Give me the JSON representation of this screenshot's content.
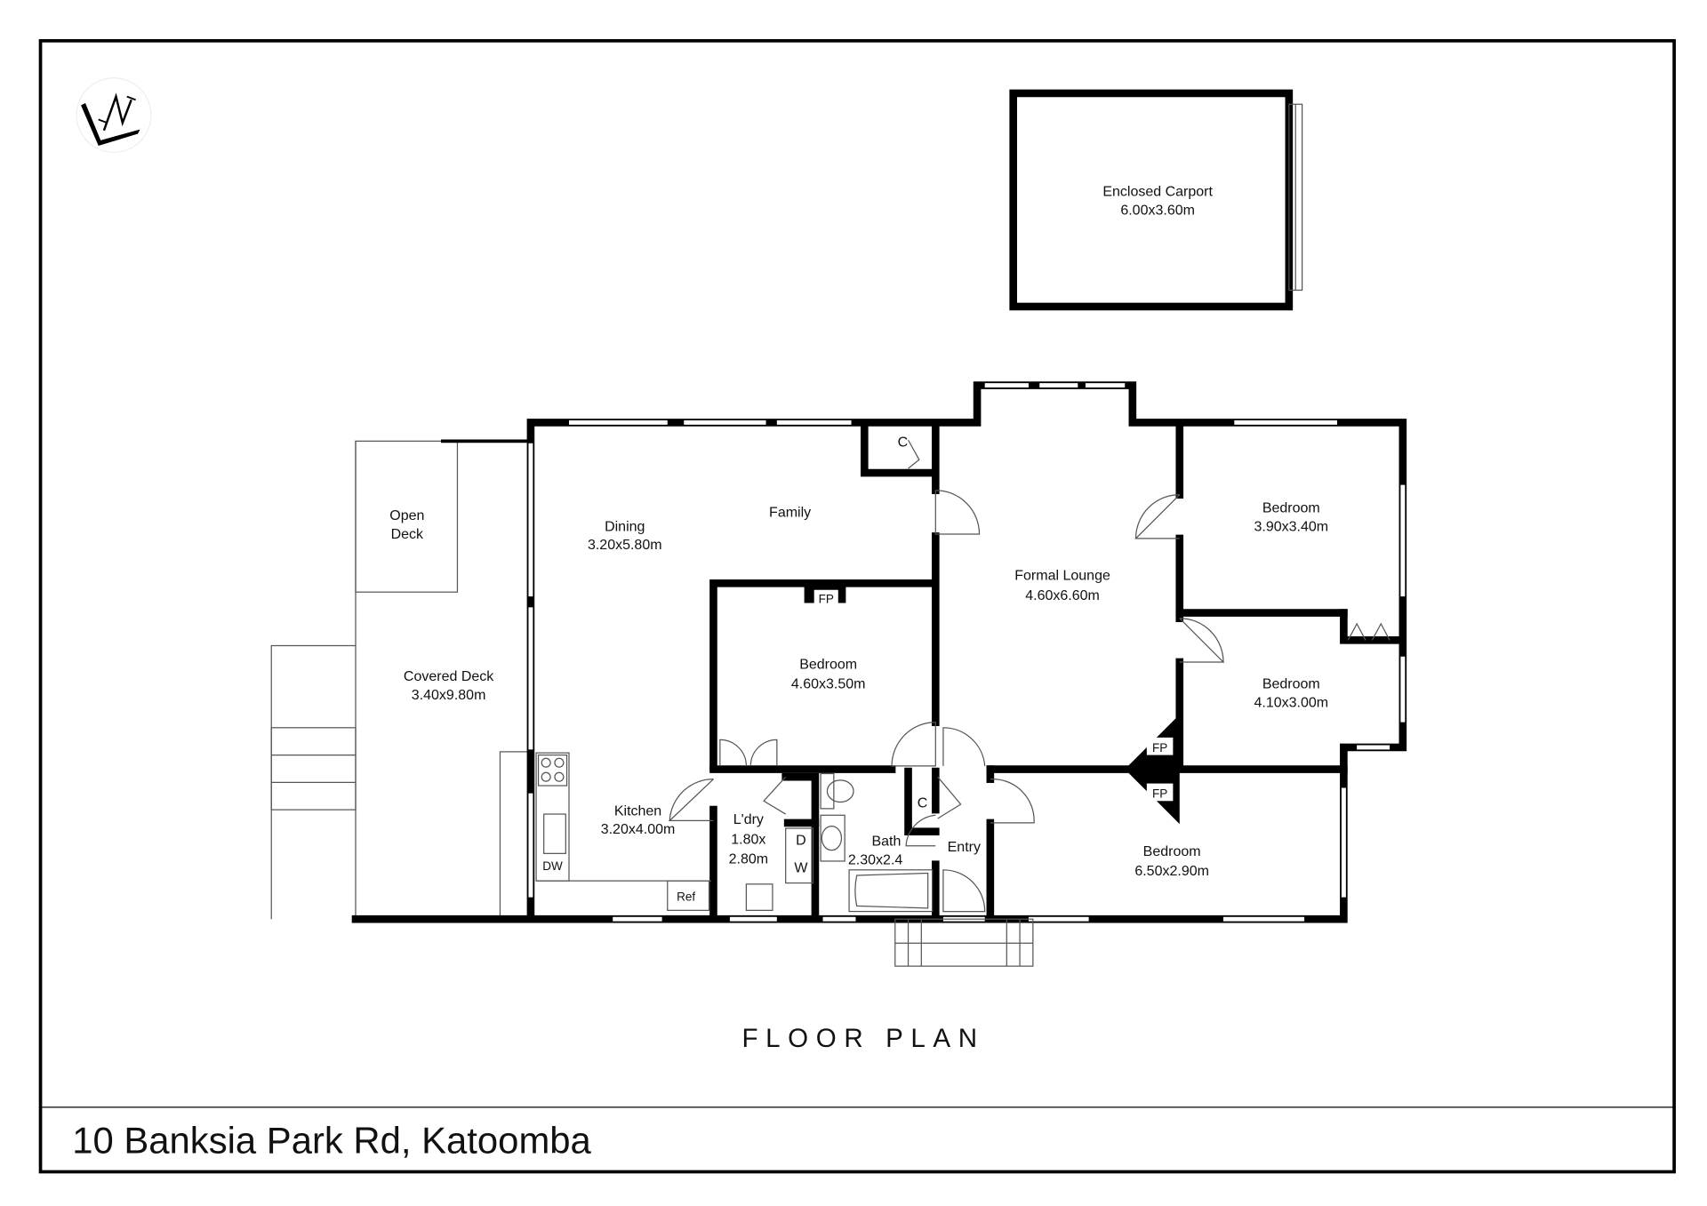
{
  "title": "FLOOR PLAN",
  "address": "10 Banksia Park Rd, Katoomba",
  "logo": {
    "text": "LN",
    "icon": "ln-monogram-logo"
  },
  "rooms": {
    "carport": {
      "name": "Enclosed Carport",
      "size": "6.00x3.60m"
    },
    "open_deck": {
      "line1": "Open",
      "line2": "Deck"
    },
    "covered_deck": {
      "name": "Covered Deck",
      "size": "3.40x9.80m"
    },
    "dining": {
      "name": "Dining",
      "size": "3.20x5.80m"
    },
    "family": {
      "name": "Family"
    },
    "formal_lounge": {
      "name": "Formal Lounge",
      "size": "4.60x6.60m"
    },
    "bedroom_ne": {
      "name": "Bedroom",
      "size": "3.90x3.40m"
    },
    "bedroom_center": {
      "name": "Bedroom",
      "size": "4.60x3.50m"
    },
    "bedroom_e": {
      "name": "Bedroom",
      "size": "4.10x3.00m"
    },
    "bedroom_se": {
      "name": "Bedroom",
      "size": "6.50x2.90m"
    },
    "kitchen": {
      "name": "Kitchen",
      "size": "3.20x4.00m"
    },
    "laundry": {
      "name": "L'dry",
      "line2": "1.80x",
      "line3": "2.80m"
    },
    "bath": {
      "name": "Bath",
      "size": "2.30x2.4"
    },
    "entry": {
      "name": "Entry"
    }
  },
  "fixtures": {
    "closet_1": "C",
    "closet_2": "C",
    "fireplace_1": "FP",
    "fireplace_2": "FP",
    "fireplace_3": "FP",
    "dryer": "D",
    "washer": "W",
    "dishwasher": "DW",
    "fridge": "Ref"
  }
}
